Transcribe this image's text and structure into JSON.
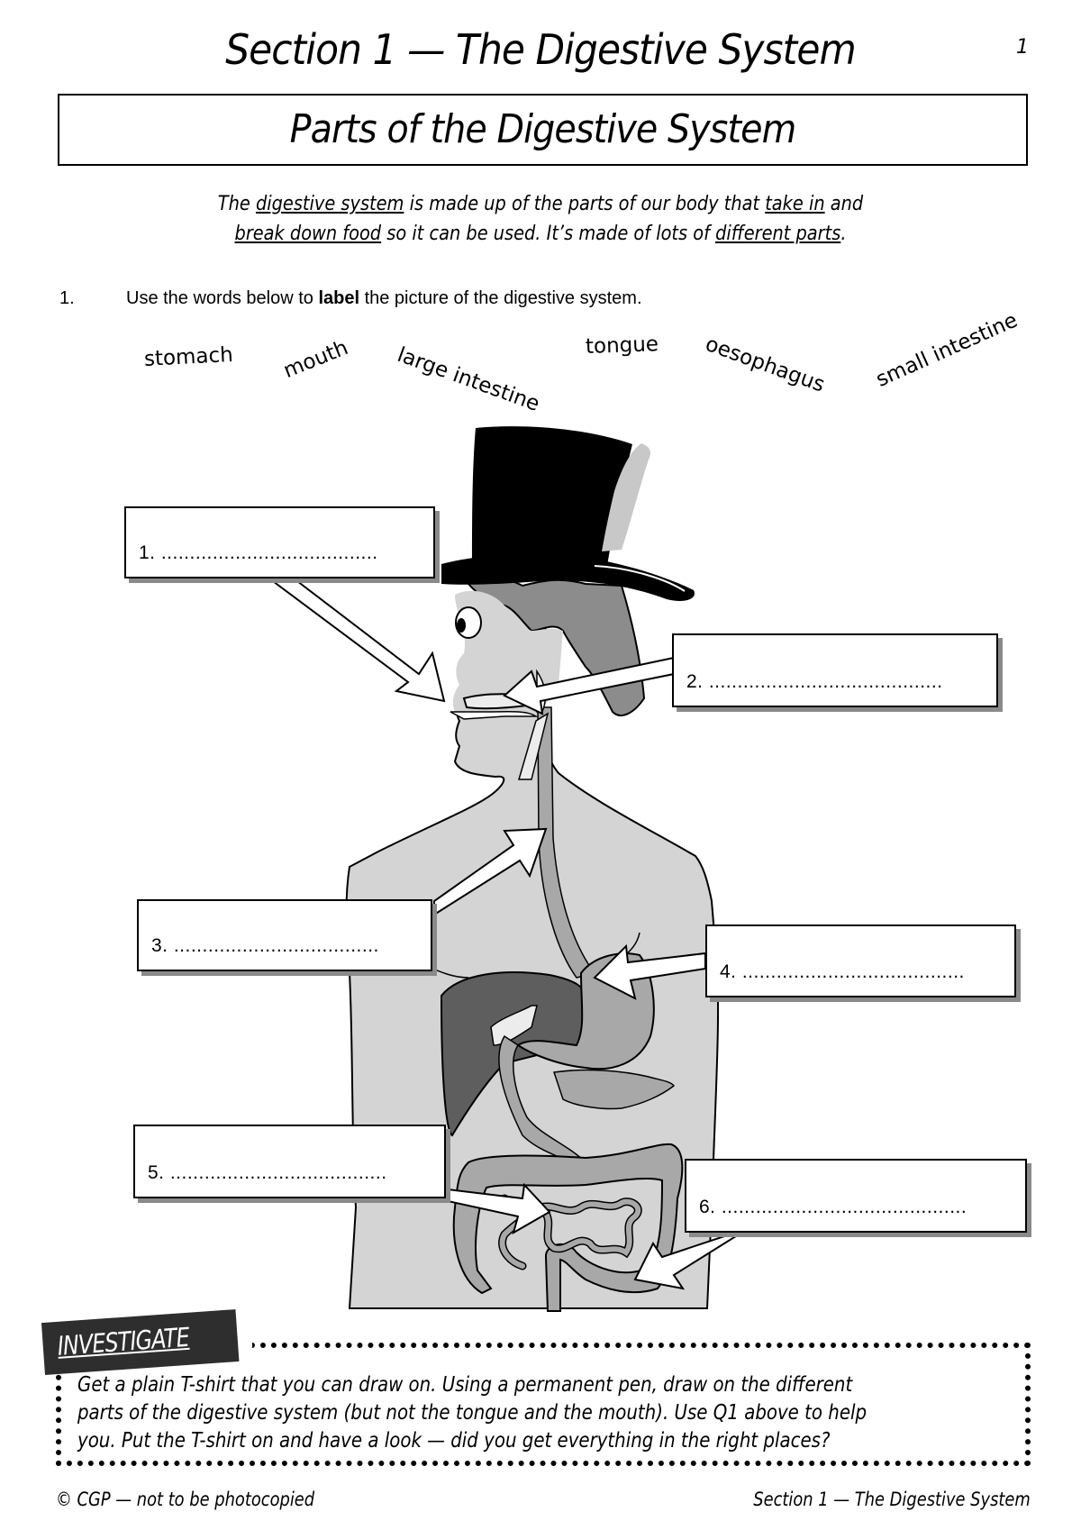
{
  "header": {
    "section_title": "Section 1 — The Digestive System",
    "page_number": "1"
  },
  "title": "Parts of the Digestive System",
  "intro": {
    "parts": [
      {
        "text": "The ",
        "u": false
      },
      {
        "text": "digestive system",
        "u": true
      },
      {
        "text": " is made up of the parts of our body that ",
        "u": false
      },
      {
        "text": "take in",
        "u": true
      },
      {
        "text": " and",
        "u": false
      },
      {
        "text": "break down food",
        "u": true
      },
      {
        "text": " so it can be used.  It’s made of lots of ",
        "u": false
      },
      {
        "text": "different parts",
        "u": true
      },
      {
        "text": ".",
        "u": false
      }
    ]
  },
  "question": {
    "number": "1.",
    "text_before": "Use the words below to ",
    "text_bold": "label",
    "text_after": " the picture of the digestive system."
  },
  "word_bank": [
    {
      "word": "stomach"
    },
    {
      "word": "mouth"
    },
    {
      "word": "large intestine"
    },
    {
      "word": "tongue"
    },
    {
      "word": "oesophagus"
    },
    {
      "word": "small intestine"
    }
  ],
  "label_boxes": [
    {
      "label": "1. ......................................"
    },
    {
      "label": "2. ........................................."
    },
    {
      "label": "3. ...................................."
    },
    {
      "label": "4. ......................................."
    },
    {
      "label": "5. ......................................"
    },
    {
      "label": "6. ..........................................."
    }
  ],
  "colors": {
    "skin": "#d4d4d4",
    "hair": "#8c8c8c",
    "hat": "#000000",
    "liver": "#5e5e5e",
    "organs": "#a8a8a8",
    "shadow": "#8a8a8a"
  },
  "investigate": {
    "tag": "INVESTIGATE",
    "lines": [
      "Get a plain T-shirt that you can draw on.  Using a permanent pen, draw on the different",
      "parts of the digestive system (but not the tongue and the mouth).  Use Q1 above to help",
      "you.  Put the T-shirt on and have a look — did you get everything in the right places?"
    ]
  },
  "footer": {
    "left": "© CGP — not to be photocopied",
    "right": "Section 1 — The Digestive System"
  }
}
